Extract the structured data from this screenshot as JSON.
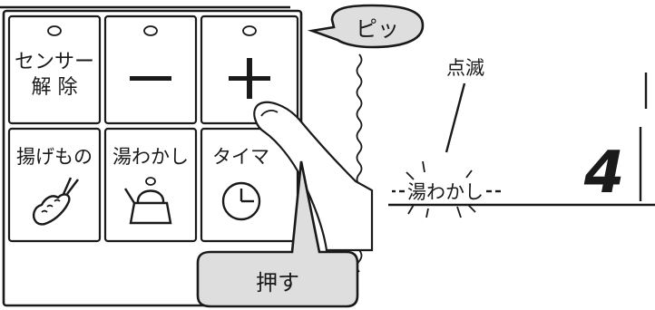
{
  "buttons": {
    "sensor_off": {
      "line1": "センサー",
      "line2": "解 除"
    },
    "minus": {
      "label": "−"
    },
    "plus": {
      "label": "+"
    },
    "fry": {
      "label": "揚げもの"
    },
    "boil": {
      "label": "湯わかし"
    },
    "timer": {
      "label": "タイマ"
    }
  },
  "callouts": {
    "beep": "ピッ",
    "press": "押す",
    "blink": "点滅"
  },
  "display": {
    "mode_label": "湯わかし",
    "digit": "4"
  },
  "icons": {
    "fry": "fried-shrimp-icon",
    "boil": "kettle-icon",
    "timer": "clock-icon",
    "finger": "pointing-finger-icon"
  },
  "colors": {
    "outline": "#1a1a1a",
    "callout_fill": "#dedede",
    "background": "#ffffff"
  }
}
